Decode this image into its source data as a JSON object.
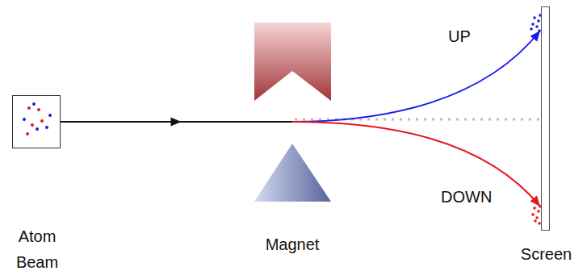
{
  "diagram": {
    "nodes": [
      {
        "text": [
          "Atom Beam"
        ]
      },
      {
        "text": [
          "Screen"
        ]
      }
    ],
    "edges": [
      {
        "from": 0,
        "to": 1,
        "label": "UP",
        "arrow": "to"
      },
      {
        "from": 0,
        "to": 1,
        "label": "DOWN",
        "arrow": "to"
      }
    ],
    "labels": [
      "Magnet"
    ]
  }
}
